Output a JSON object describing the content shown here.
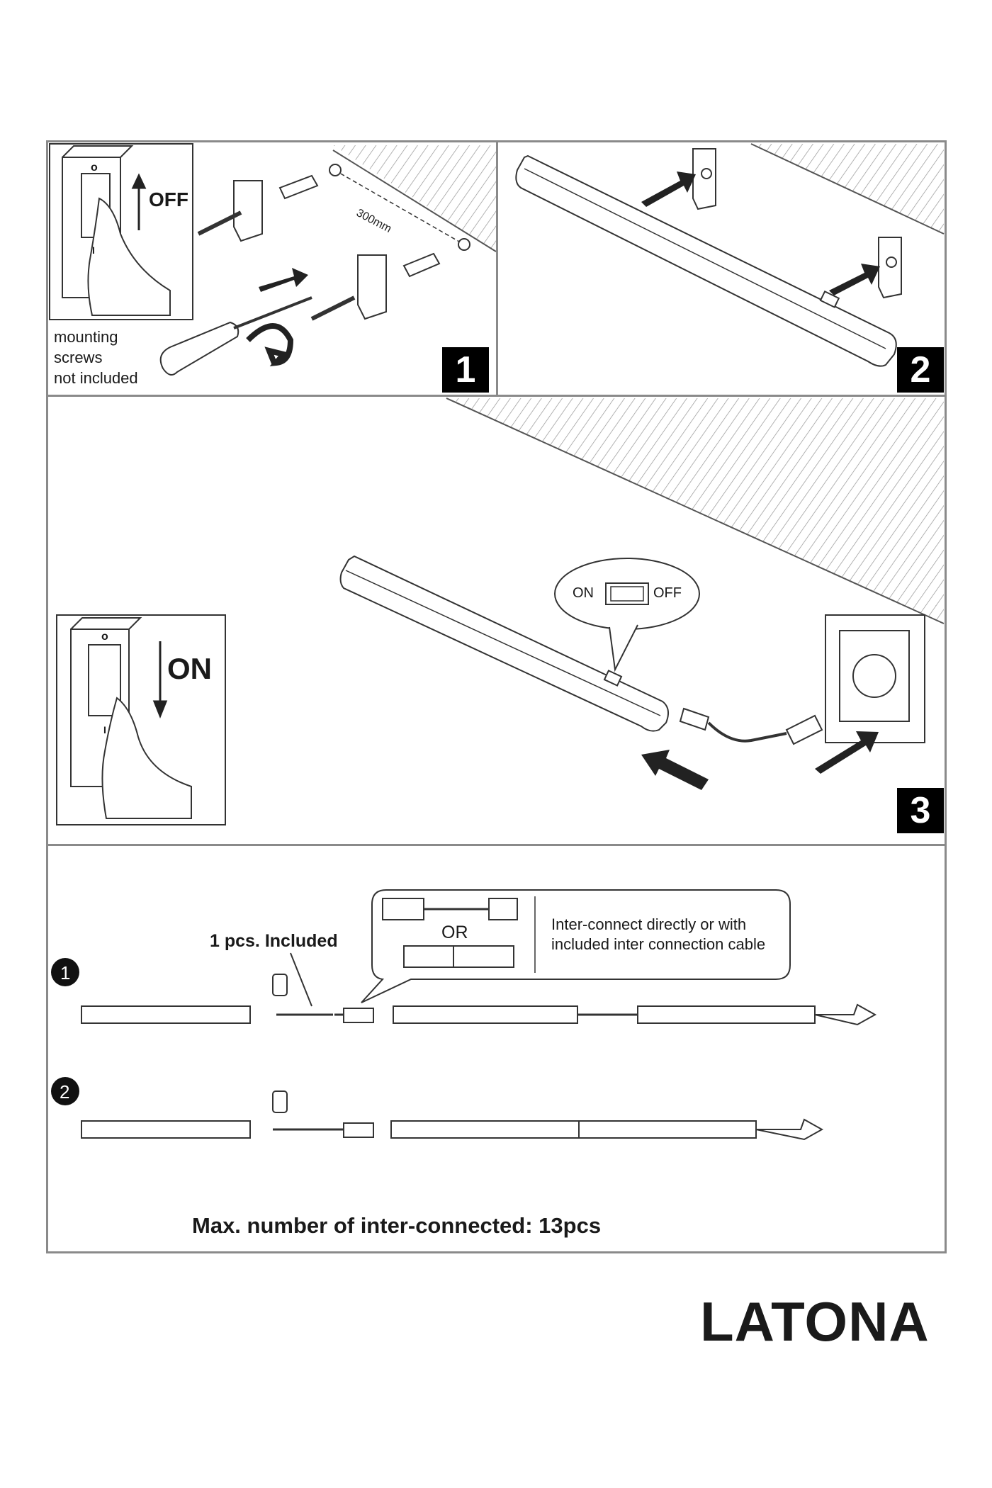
{
  "panel1": {
    "switch_off_label": "OFF",
    "switch_top_mark": "o",
    "switch_bottom_mark": "I",
    "distance_label": "300mm",
    "note_lines": [
      "mounting",
      "screws",
      "not included"
    ],
    "step_number": "1"
  },
  "panel2": {
    "step_number": "2"
  },
  "panel3": {
    "switch_on_label": "ON",
    "switch_top_mark": "o",
    "switch_bottom_mark": "I",
    "bubble_on": "ON",
    "bubble_off": "OFF",
    "step_number": "3"
  },
  "panel4": {
    "included_label": "1 pcs. Included",
    "or_label": "OR",
    "callout_lines": [
      "Inter-connect directly or with",
      "included inter connection cable"
    ],
    "option1": "1",
    "option2": "2",
    "max_label": "Max. number of inter-connected: 13pcs"
  },
  "brand": "LATONA"
}
